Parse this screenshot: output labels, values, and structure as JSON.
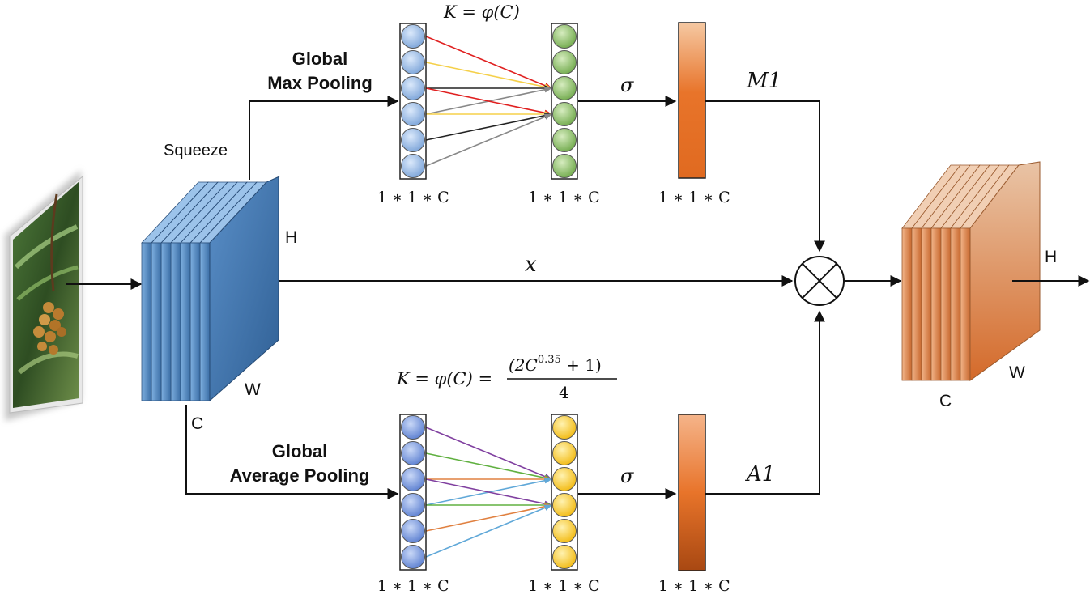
{
  "labels": {
    "squeeze": "Squeeze",
    "gmp_line1": "Global",
    "gmp_line2": "Max Pooling",
    "gap_line1": "Global",
    "gap_line2": "Average Pooling",
    "input_h": "H",
    "input_w": "W",
    "input_c": "C",
    "output_h": "H",
    "output_w": "W",
    "output_c": "C",
    "x": "x",
    "sigma_top": "σ",
    "sigma_bottom": "σ",
    "m1": "M1",
    "a1": "A1",
    "dim_top_1": "1 ∗ 1 ∗ C",
    "dim_top_2": "1 ∗ 1 ∗ C",
    "dim_top_3": "1 ∗ 1 ∗ C",
    "dim_bot_1": "1 ∗ 1 ∗ C",
    "dim_bot_2": "1 ∗ 1 ∗ C",
    "dim_bot_3": "1 ∗ 1 ∗ C",
    "k_top": "K = φ(C)",
    "k_bottom_lhs": "K = φ(C) =",
    "k_bottom_num": "(2C",
    "k_bottom_exp": "0.35",
    "k_bottom_num_tail": " + 1)",
    "k_bottom_den": "4"
  },
  "colors": {
    "stack_blue": "#4a7fb5",
    "stack_orange": "#d9733a",
    "node_blue": "#8fb4e3",
    "node_green": "#8cc063",
    "node_yellow": "#ffd23f",
    "node_blue_dark": "#6f8fd6",
    "bar_orange": "#e8742a",
    "line_red": "#e02020",
    "line_yellow": "#f5d04a",
    "line_black": "#222222",
    "line_gray": "#888888",
    "line_purple": "#8040a0",
    "line_green": "#60b040",
    "line_orange": "#e08040",
    "line_lightblue": "#60a8d8"
  },
  "icons": {
    "multiply": "circled-times-icon",
    "input_image": "longan-photo-thumbnail"
  }
}
